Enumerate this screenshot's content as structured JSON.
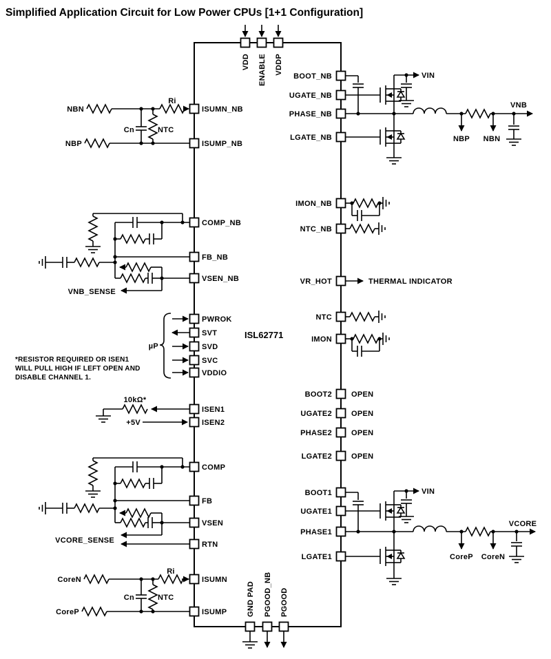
{
  "title": "Simplified Application Circuit for Low Power CPUs [1+1 Configuration]",
  "chip": {
    "name": "ISL62771"
  },
  "pins": {
    "top": [
      "VDD",
      "ENABLE",
      "VDDP"
    ],
    "bottom": [
      "GND PAD",
      "PGOOD_NB",
      "PGOOD"
    ],
    "left": [
      "ISUMN_NB",
      "ISUMP_NB",
      "COMP_NB",
      "FB_NB",
      "VSEN_NB",
      "PWROK",
      "SVT",
      "SVD",
      "SVC",
      "VDDIO",
      "ISEN1",
      "ISEN2",
      "COMP",
      "FB",
      "VSEN",
      "RTN",
      "ISUMN",
      "ISUMP"
    ],
    "right": [
      "BOOT_NB",
      "UGATE_NB",
      "PHASE_NB",
      "LGATE_NB",
      "IMON_NB",
      "NTC_NB",
      "VR_HOT",
      "NTC",
      "IMON",
      "BOOT2",
      "UGATE2",
      "PHASE2",
      "LGATE2",
      "BOOT1",
      "UGATE1",
      "PHASE1",
      "LGATE1"
    ]
  },
  "nets": {
    "nbn": "NBN",
    "nbp": "NBP",
    "ri": "Ri",
    "cn": "Cn",
    "ntc": "NTC",
    "vnb_sense": "VNB_SENSE",
    "micro": "µP",
    "r10k": "10kΩ*",
    "p5v": "+5V",
    "vcore_sense": "VCORE_SENSE",
    "coren": "CoreN",
    "corep": "CoreP",
    "vin": "VIN",
    "vnb": "VNB",
    "vcore": "VCORE",
    "open": "OPEN",
    "thermal": "THERMAL INDICATOR"
  },
  "note": [
    "*RESISTOR REQUIRED OR ISEN1",
    "WILL PULL HIGH IF LEFT OPEN AND",
    "DISABLE CHANNEL 1."
  ],
  "colors": {
    "ink": "#000000",
    "background": "#ffffff"
  }
}
